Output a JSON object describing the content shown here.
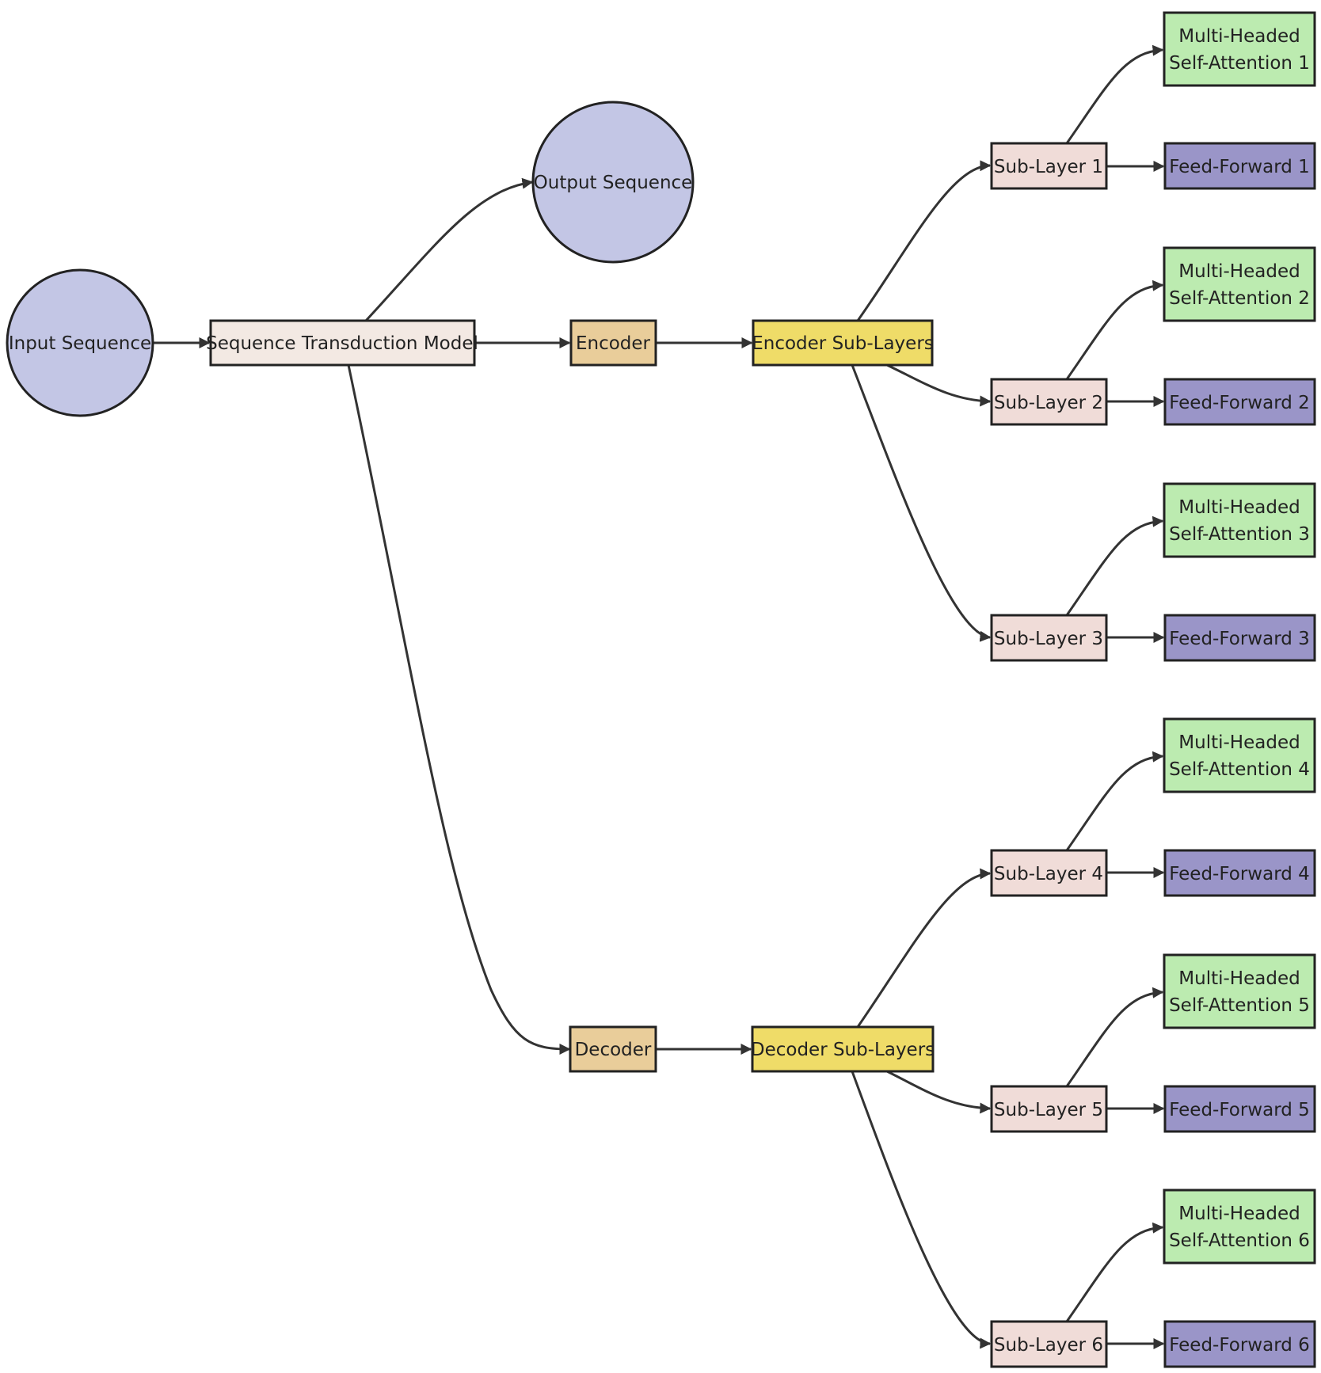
{
  "colors": {
    "sequence": "#c3c6e5",
    "model": "#f3e9e3",
    "coder": "#e9cd9a",
    "sublayers": "#efdc68",
    "sublayer": "#f0dcd8",
    "attention": "#bcebb0",
    "feedforward": "#9a95c8",
    "edge": "#333333",
    "stroke": "#222222"
  },
  "nodes": {
    "input": {
      "label": "Input Sequence"
    },
    "output": {
      "label": "Output Sequence"
    },
    "model": {
      "label": "Sequence Transduction Model"
    },
    "encoder": {
      "label": "Encoder"
    },
    "decoder": {
      "label": "Decoder"
    },
    "encoder_sublayers": {
      "label": "Encoder Sub-Layers"
    },
    "decoder_sublayers": {
      "label": "Decoder Sub-Layers"
    },
    "sub1": {
      "label": "Sub-Layer 1"
    },
    "sub2": {
      "label": "Sub-Layer 2"
    },
    "sub3": {
      "label": "Sub-Layer 3"
    },
    "sub4": {
      "label": "Sub-Layer 4"
    },
    "sub5": {
      "label": "Sub-Layer 5"
    },
    "sub6": {
      "label": "Sub-Layer 6"
    },
    "att1": {
      "line1": "Multi-Headed",
      "line2": "Self-Attention 1"
    },
    "att2": {
      "line1": "Multi-Headed",
      "line2": "Self-Attention 2"
    },
    "att3": {
      "line1": "Multi-Headed",
      "line2": "Self-Attention 3"
    },
    "att4": {
      "line1": "Multi-Headed",
      "line2": "Self-Attention 4"
    },
    "att5": {
      "line1": "Multi-Headed",
      "line2": "Self-Attention 5"
    },
    "att6": {
      "line1": "Multi-Headed",
      "line2": "Self-Attention 6"
    },
    "ff1": {
      "label": "Feed-Forward 1"
    },
    "ff2": {
      "label": "Feed-Forward 2"
    },
    "ff3": {
      "label": "Feed-Forward 3"
    },
    "ff4": {
      "label": "Feed-Forward 4"
    },
    "ff5": {
      "label": "Feed-Forward 5"
    },
    "ff6": {
      "label": "Feed-Forward 6"
    }
  },
  "edges": [
    [
      "input",
      "model"
    ],
    [
      "model",
      "output"
    ],
    [
      "model",
      "encoder"
    ],
    [
      "model",
      "decoder"
    ],
    [
      "encoder",
      "encoder_sublayers"
    ],
    [
      "decoder",
      "decoder_sublayers"
    ],
    [
      "encoder_sublayers",
      "sub1"
    ],
    [
      "encoder_sublayers",
      "sub2"
    ],
    [
      "encoder_sublayers",
      "sub3"
    ],
    [
      "decoder_sublayers",
      "sub4"
    ],
    [
      "decoder_sublayers",
      "sub5"
    ],
    [
      "decoder_sublayers",
      "sub6"
    ],
    [
      "sub1",
      "att1"
    ],
    [
      "sub1",
      "ff1"
    ],
    [
      "sub2",
      "att2"
    ],
    [
      "sub2",
      "ff2"
    ],
    [
      "sub3",
      "att3"
    ],
    [
      "sub3",
      "ff3"
    ],
    [
      "sub4",
      "att4"
    ],
    [
      "sub4",
      "ff4"
    ],
    [
      "sub5",
      "att5"
    ],
    [
      "sub5",
      "ff5"
    ],
    [
      "sub6",
      "att6"
    ],
    [
      "sub6",
      "ff6"
    ]
  ]
}
